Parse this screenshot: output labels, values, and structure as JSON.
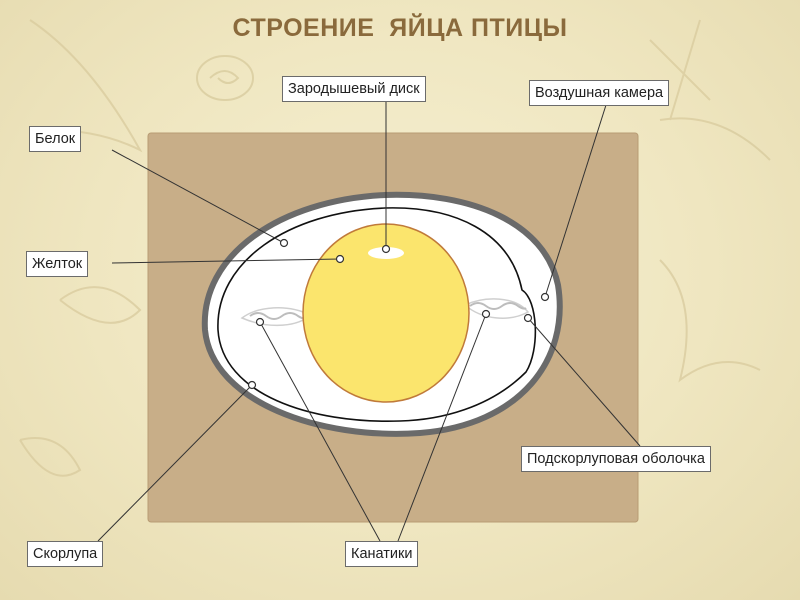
{
  "title": "СТРОЕНИЕ  ЯЙЦА ПТИЦЫ",
  "labels": {
    "zarodysh": "Зародышевый диск",
    "vozdush": "Воздушная камера",
    "belok": "Белок",
    "zheltok": "Желток",
    "podskorlup": "Подскорлуповая оболочка",
    "skorlupa": "Скорлупа",
    "kanatiki": "Канатики"
  },
  "colors": {
    "panel": "#c8ae88",
    "shell": "#6a6a6a",
    "yolk": "#fbe56d",
    "yolk_edge": "#c07a3a",
    "title": "#8a6a3c"
  }
}
